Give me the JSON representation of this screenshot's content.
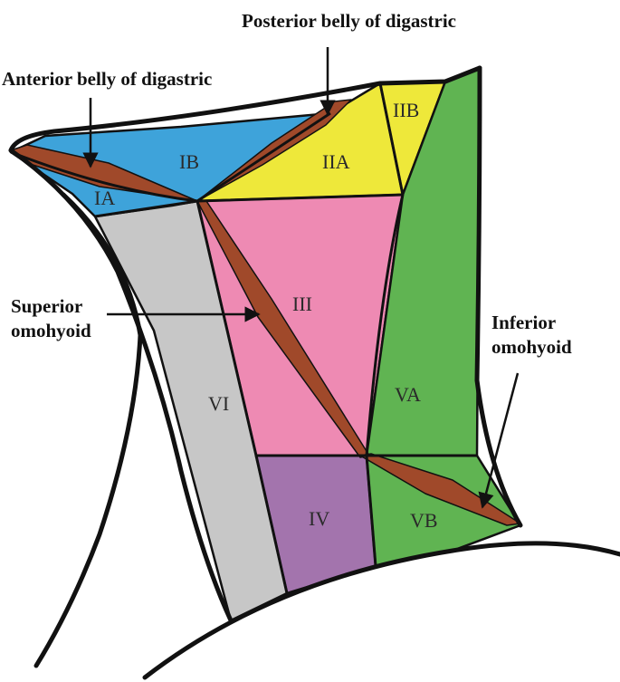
{
  "zones": {
    "ia": "IA",
    "ib": "IB",
    "iia": "IIA",
    "iib": "IIB",
    "iii": "III",
    "iv": "IV",
    "va": "VA",
    "vb": "VB",
    "vi": "VI"
  },
  "callouts": {
    "anterior_digastric": "Anterior belly of digastric",
    "posterior_digastric": "Posterior belly of digastric",
    "superior_omohyoid_line1": "Superior",
    "superior_omohyoid_line2": "omohyoid",
    "inferior_omohyoid_line1": "Inferior",
    "inferior_omohyoid_line2": "omohyoid"
  },
  "colors": {
    "level_i": "#3ea3da",
    "level_ii": "#eee83a",
    "level_iii": "#ee8ab3",
    "level_iv": "#a374ad",
    "level_v": "#60b452",
    "level_vi": "#c7c7c7",
    "muscle": "#a0492a",
    "outline": "#111111"
  }
}
